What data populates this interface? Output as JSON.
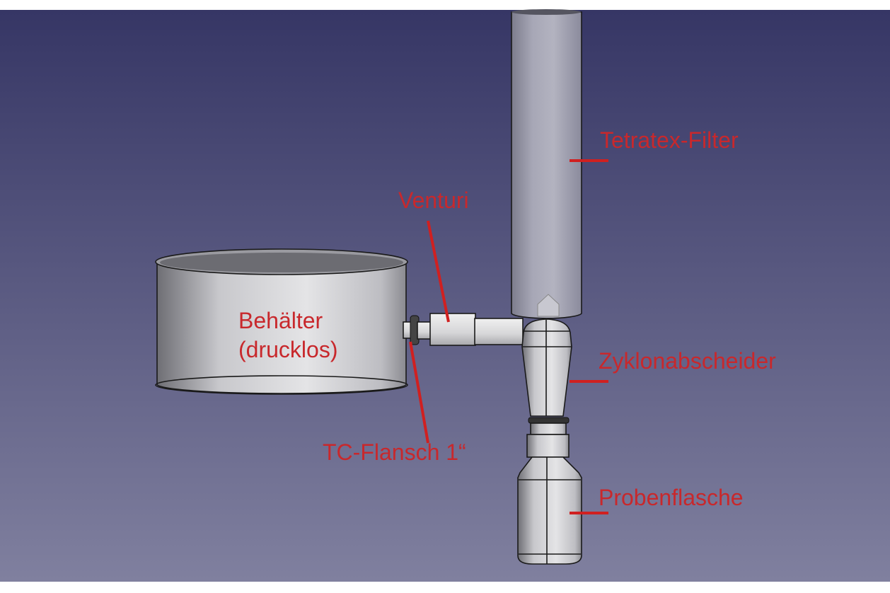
{
  "labels": {
    "filter": "Tetratex-Filter",
    "venturi": "Venturi",
    "tank_line1": "Behälter",
    "tank_line2": "(drucklos)",
    "cyclone": "Zyklonabscheider",
    "flange": "TC-Flansch 1“",
    "bottle": "Probenflasche"
  },
  "colors": {
    "label": "#c8282c",
    "bg_top": "#363665",
    "bg_bottom": "#80809f"
  }
}
